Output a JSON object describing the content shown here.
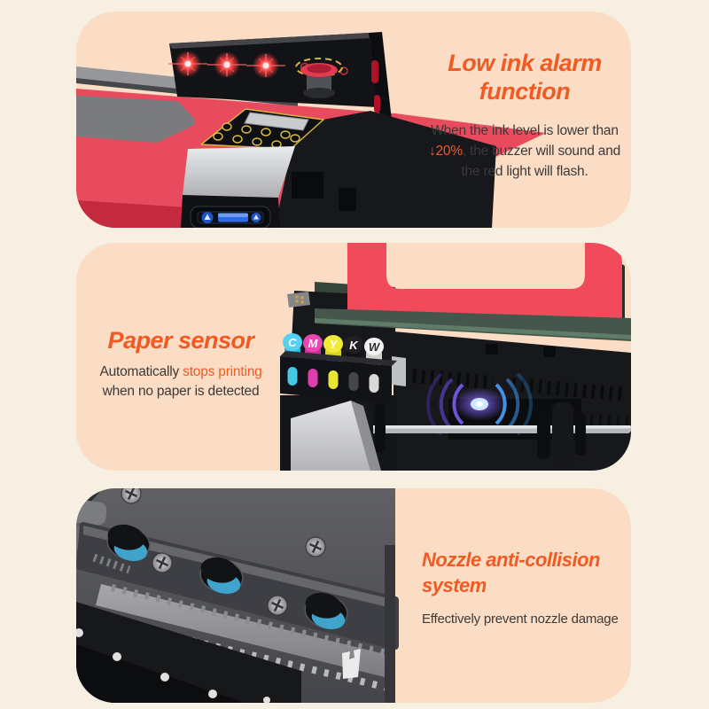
{
  "colors": {
    "page_background": "#f6efe2",
    "card_background": "#fbdcc5",
    "heading_orange": "#f15a22",
    "highlight_orange": "#f15a22",
    "body_text": "#3c3a38",
    "printer_red": "#e84b5e",
    "stand_red": "#f04a5b",
    "deck_green": "#45574c",
    "led_red": "#f43a3a",
    "sensor_glow_purple": "#7b5bf0",
    "sensor_glow_blue": "#4aa0f8",
    "ink_cyan": "#45c8e8",
    "ink_magenta": "#df3fae",
    "ink_yellow": "#ece536",
    "ink_black": "#46474b",
    "ink_white": "#d9d9d7"
  },
  "cards": {
    "low_ink": {
      "heading_line1": "Low ink alarm",
      "heading_line2": "function",
      "body_line1": "When the ink level is lower than",
      "body_line2_highlight": "↓20%",
      "body_line2_rest": ", the buzzer will sound and",
      "body_line3": "the red light will flash."
    },
    "paper_sensor": {
      "heading": "Paper sensor",
      "body_line1_plain": "Automatically ",
      "body_line1_highlight": "stops printing",
      "body_line2": "when no paper is detected"
    },
    "nozzle": {
      "heading_line1": "Nozzle anti-collision",
      "heading_line2": "system",
      "body": "Effectively prevent nozzle damage"
    }
  },
  "ink_labels": [
    "C",
    "M",
    "Y",
    "K",
    "W"
  ]
}
